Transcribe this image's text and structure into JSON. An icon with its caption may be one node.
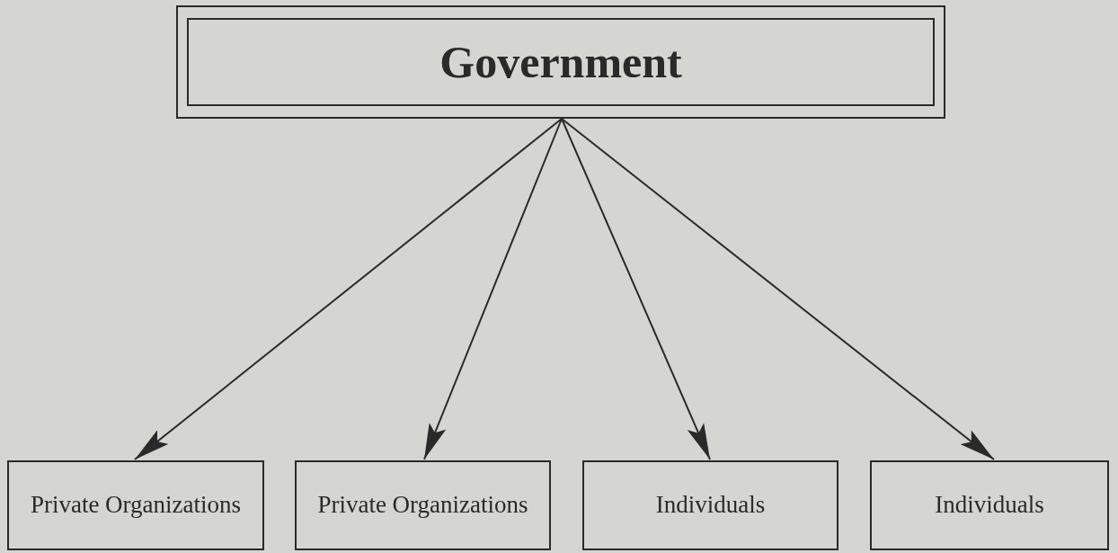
{
  "diagram": {
    "nodes": [
      {
        "text": [
          "Government"
        ]
      },
      {
        "text": [
          "Private Organizations"
        ]
      },
      {
        "text": [
          "Private Organizations"
        ]
      },
      {
        "text": [
          "Individuals"
        ]
      },
      {
        "text": [
          "Individuals"
        ]
      }
    ],
    "edges": [
      {
        "from": 0,
        "to": 1,
        "arrow": "to"
      },
      {
        "from": 0,
        "to": 2,
        "arrow": "to"
      },
      {
        "from": 0,
        "to": 3,
        "arrow": "to"
      },
      {
        "from": 0,
        "to": 4,
        "arrow": "to"
      }
    ]
  }
}
